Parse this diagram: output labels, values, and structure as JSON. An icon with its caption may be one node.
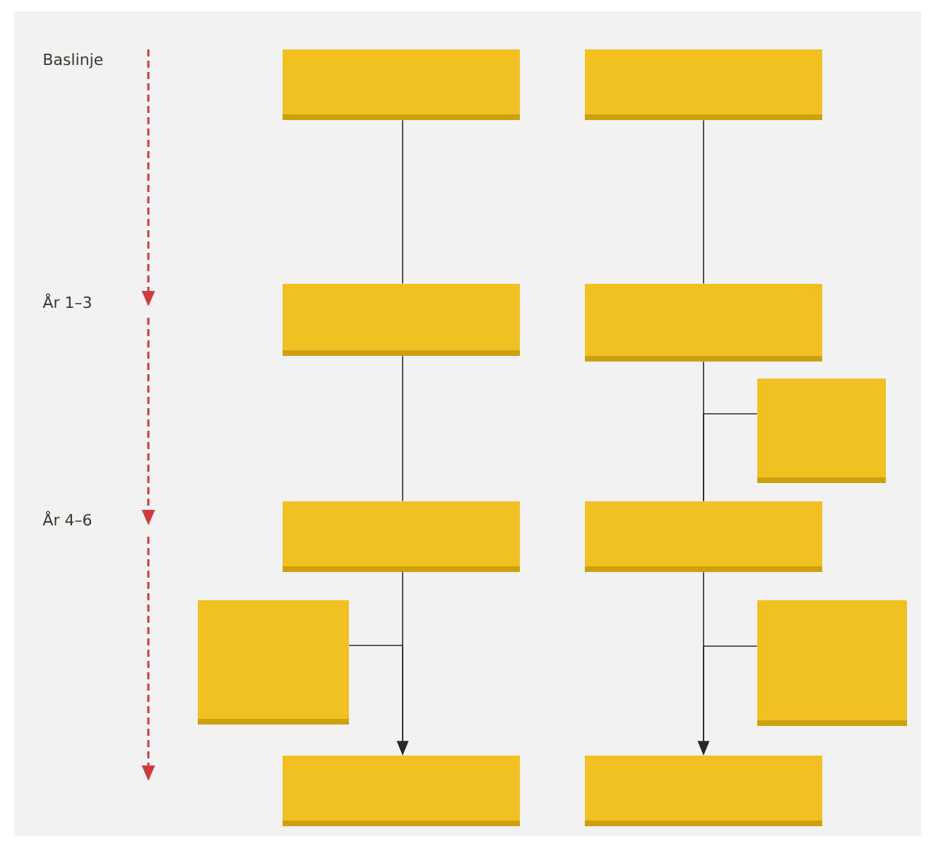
{
  "diagram": {
    "nodes": [
      {
        "text": [],
        "shape": "box"
      },
      {
        "text": [],
        "shape": "box"
      },
      {
        "text": [],
        "shape": "box"
      },
      {
        "text": [],
        "shape": "box"
      },
      {
        "text": [],
        "shape": "box"
      },
      {
        "text": [],
        "shape": "box"
      },
      {
        "text": [],
        "shape": "box"
      },
      {
        "text": [],
        "shape": "box"
      },
      {
        "text": [],
        "shape": "box"
      },
      {
        "text": [],
        "shape": "box"
      },
      {
        "text": [],
        "shape": "box"
      }
    ],
    "edges": [
      {
        "from": 0,
        "to": 2,
        "arrow": "none"
      },
      {
        "from": 2,
        "to": 5,
        "arrow": "none"
      },
      {
        "from": 5,
        "to": 9,
        "arrow": "to"
      },
      {
        "from": 1,
        "to": 3,
        "arrow": "none"
      },
      {
        "from": 3,
        "to": 6,
        "arrow": "none"
      },
      {
        "from": 4,
        "to": 6,
        "arrow": "none"
      },
      {
        "from": 6,
        "to": 10,
        "arrow": "to"
      },
      {
        "from": 7,
        "to": 9,
        "arrow": "to"
      },
      {
        "from": 8,
        "to": 10,
        "arrow": "to"
      }
    ],
    "labels": [
      "Baslinje",
      "År 1–3",
      "År 4–6"
    ]
  }
}
